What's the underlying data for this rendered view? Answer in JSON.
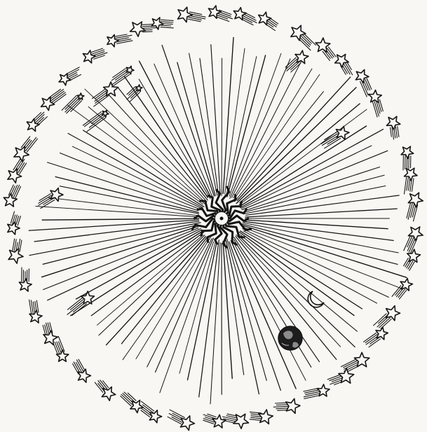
{
  "image": {
    "kind": "woodcut engraving",
    "paper_color": "#f8f7f3",
    "ink_color": "#141414",
    "elements": {
      "center": "sun-icon",
      "rays": "sun-ray",
      "stars": "star-icon",
      "star_trails": "star-trail",
      "moon": "crescent-moon-icon",
      "planet": "earth-icon"
    }
  }
}
